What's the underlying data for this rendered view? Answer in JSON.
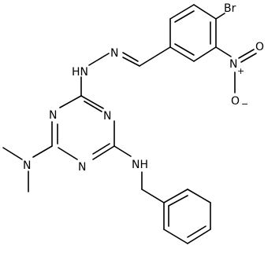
{
  "atom_labels": {
    "br": "Br",
    "n_nitro": "N",
    "o_nitro_top": "O",
    "o_nitro_bottom": "O",
    "charge_plus": "+",
    "charge_minus": "−",
    "n_imine": "N",
    "nh_hydrazone": "HN",
    "n_ring_1": "N",
    "n_ring_2": "N",
    "n_ring_3": "N",
    "n_dimethyl": "N",
    "nh_benzyl": "NH"
  }
}
